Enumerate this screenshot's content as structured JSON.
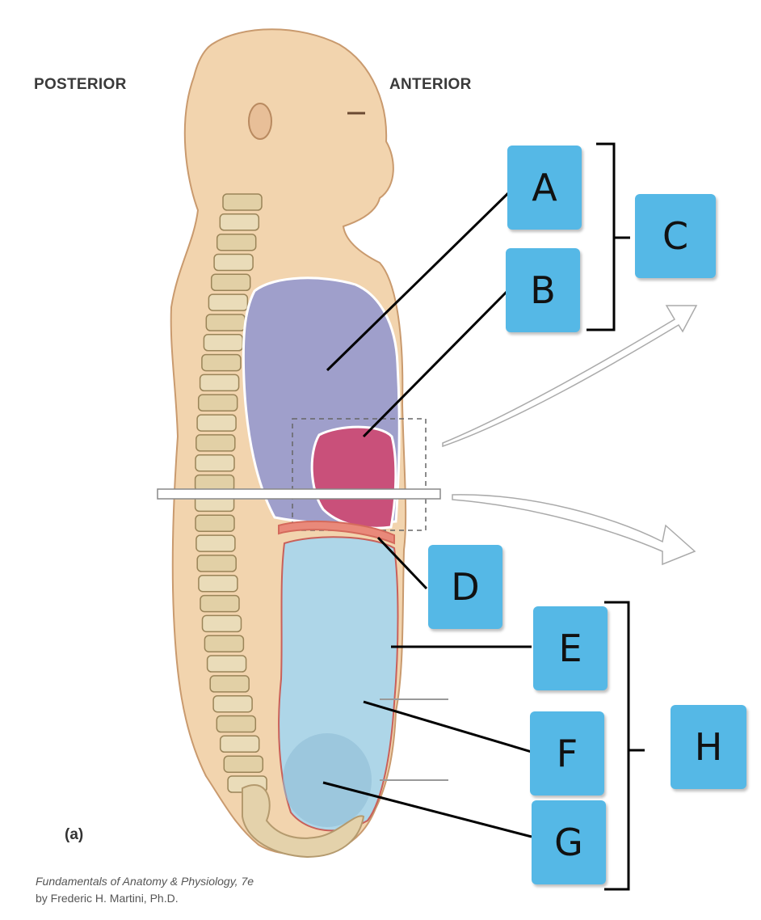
{
  "headings": {
    "posterior": "POSTERIOR",
    "anterior": "ANTERIOR"
  },
  "panel_tag": "(a)",
  "credit": {
    "title": "Fundamentals of Anatomy & Physiology, 7e",
    "author": "by Frederic H. Martini, Ph.D."
  },
  "labels": [
    {
      "id": "A",
      "text": "A"
    },
    {
      "id": "B",
      "text": "B"
    },
    {
      "id": "C",
      "text": "C"
    },
    {
      "id": "D",
      "text": "D"
    },
    {
      "id": "E",
      "text": "E"
    },
    {
      "id": "F",
      "text": "F"
    },
    {
      "id": "G",
      "text": "G"
    },
    {
      "id": "H",
      "text": "H"
    }
  ],
  "colors": {
    "label_box": "#55b8e6",
    "skin": "#f2d4ae",
    "thoracic_cavity": "#9f9fcb",
    "pericardial_cavity": "#c9507a",
    "abdominopelvic_cavity": "#aed6e8",
    "diaphragm": "#e9897a"
  }
}
